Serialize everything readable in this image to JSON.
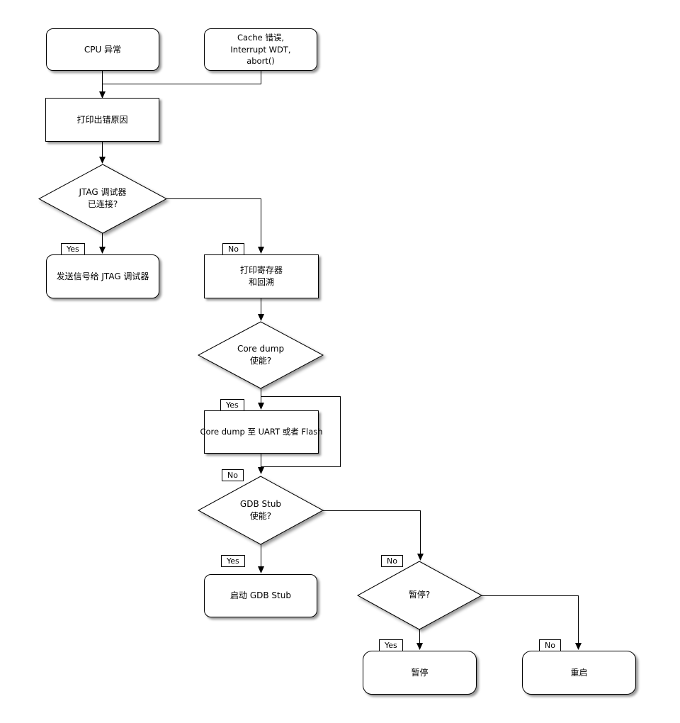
{
  "diagram": {
    "nodes": {
      "cpu_exception": "CPU 异常",
      "cache_error": "Cache 错误,\nInterrupt WDT,\nabort()",
      "print_error_cause": "打印出错原因",
      "jtag_connected_q": "JTAG 调试器\n已连接?",
      "send_signal_jtag": "发送信号给 JTAG 调试器",
      "print_registers_backtrace": "打印寄存器\n和回溯",
      "core_dump_enabled_q": "Core dump\n使能?",
      "core_dump_to_uart_flash": "Core dump 至 UART 或者 Flash",
      "gdb_stub_enabled_q": "GDB Stub\n使能?",
      "start_gdb_stub": "启动 GDB Stub",
      "halt_q": "暂停?",
      "halt": "暂停",
      "reboot": "重启"
    },
    "edge_labels": {
      "yes": "Yes",
      "no": "No"
    },
    "colors": {
      "stroke": "#000000",
      "fill": "#ffffff",
      "background": "#ffffff"
    }
  }
}
